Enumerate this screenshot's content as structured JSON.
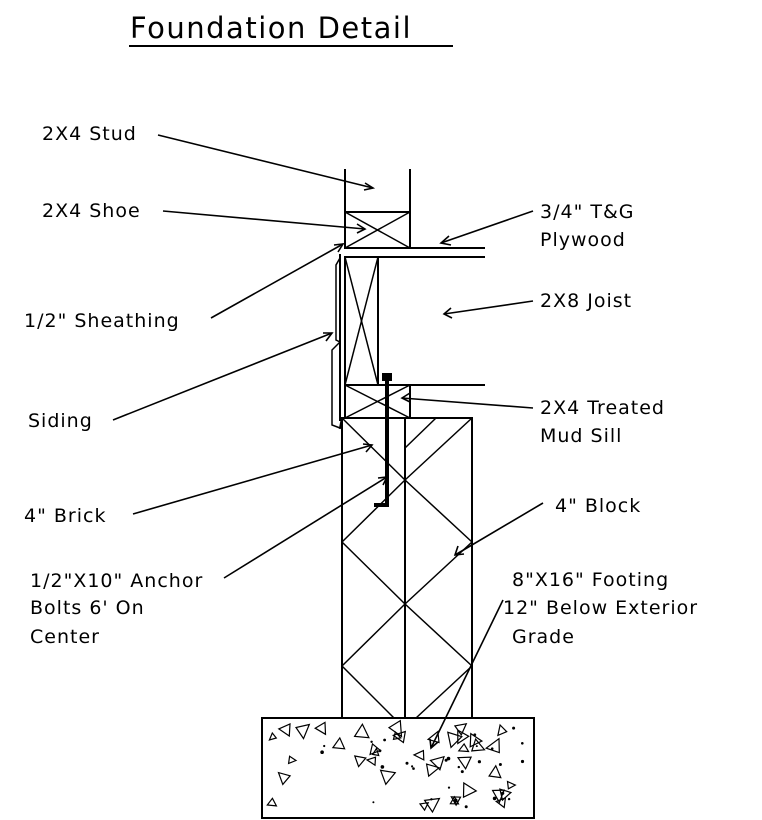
{
  "title": "Foundation Detail",
  "labels": {
    "stud": "2X4 Stud",
    "shoe": "2X4 Shoe",
    "plywood_1": "3/4\" T&G",
    "plywood_2": "Plywood",
    "joist": "2X8 Joist",
    "sheathing": "1/2\" Sheathing",
    "siding": "Siding",
    "mud_sill_1": "2X4 Treated",
    "mud_sill_2": "Mud Sill",
    "brick": "4\" Brick",
    "block": "4\" Block",
    "anchor_1": "1/2\"X10\" Anchor",
    "anchor_2": "Bolts 6' On",
    "anchor_3": "Center",
    "footing_1": "8\"X16\" Footing",
    "footing_2": "12\" Below Exterior",
    "footing_3": "Grade"
  }
}
